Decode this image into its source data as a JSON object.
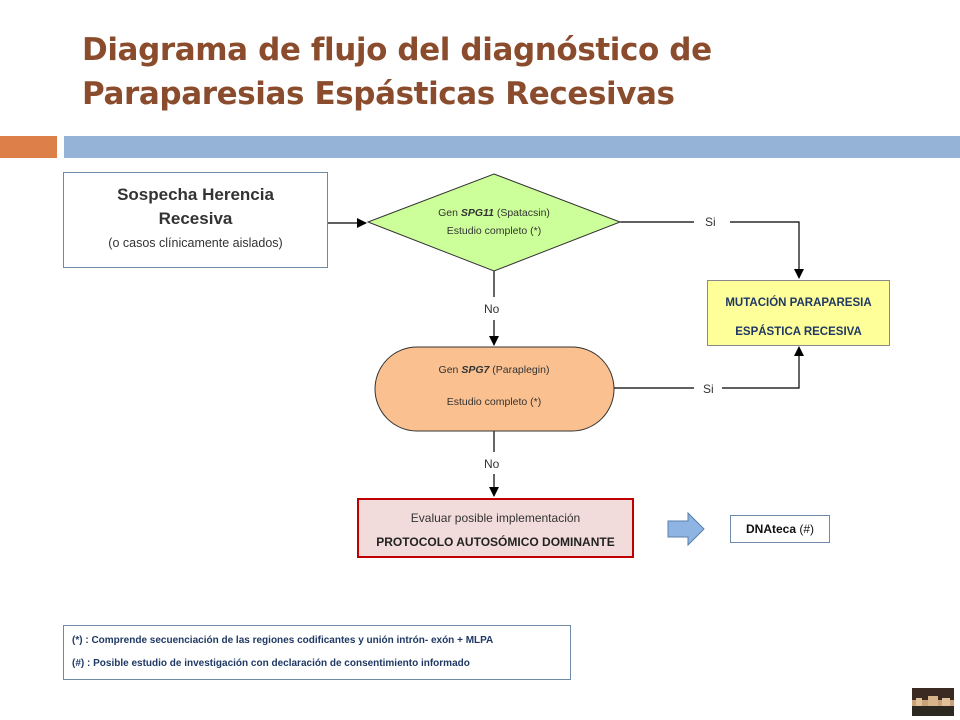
{
  "title": {
    "line1": "Diagrama de flujo del diagnóstico de",
    "line2": "Paraparesias Espásticas Recesivas"
  },
  "colors": {
    "title": "#8a4c2c",
    "accent_orange": "#dd7f49",
    "accent_blue": "#95b3d7",
    "decision_fill": "#ccff99",
    "process_fill": "#fac090",
    "result_fill": "#ffff99",
    "evaluate_fill": "#f2dcdb",
    "evaluate_border": "#c00000",
    "arrow_fill": "#8db4e2"
  },
  "start": {
    "heading_line1": "Sospecha Herencia",
    "heading_line2": "Recesiva",
    "subtitle": "(o casos clínicamente aislados)"
  },
  "decision_spg11": {
    "gene_prefix": "Gen ",
    "gene": "SPG11",
    "protein": " (Spatacsin)",
    "study": "Estudio completo (*)"
  },
  "process_spg7": {
    "gene_prefix": "Gen ",
    "gene": "SPG7",
    "protein": " (Paraplegin)",
    "study": "Estudio completo (*)"
  },
  "result": {
    "line1": "MUTACIÓN PARAPARESIA",
    "line2": "ESPÁSTICA RECESIVA"
  },
  "evaluate": {
    "line1": "Evaluar posible implementación",
    "line2": "PROTOCOLO AUTOSÓMICO DOMINANTE"
  },
  "dnateca": {
    "name": "DNAteca",
    "suffix": " (#)"
  },
  "edge_labels": {
    "yes1": "Si",
    "no1": "No",
    "yes2": "Si",
    "no2": "No"
  },
  "notes": {
    "note1": "(*) : Comprende secuenciación  de las regiones codificantes  y unión intrón- exón + MLPA",
    "note2": "(#) : Posible estudio de investigación  con declaración  de consentimiento informado"
  },
  "thumbnail_icon": "building-photo-icon"
}
